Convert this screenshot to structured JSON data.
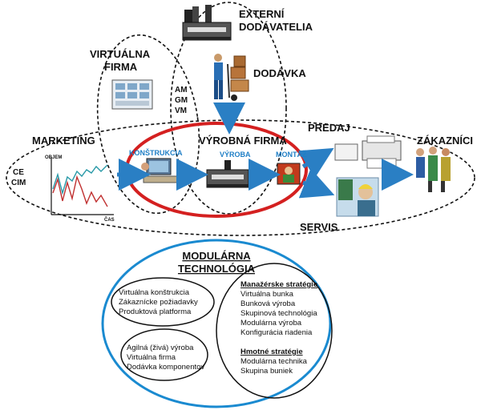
{
  "labels": {
    "externi_1": "EXTERNÍ",
    "externi_2": "DODÁVATELIA",
    "virtualna_1": "VIRTUÁLNA",
    "virtualna_2": "FIRMA",
    "dodavka": "DODÁVKA",
    "am": "AM",
    "gm": "GM",
    "vm": "VM",
    "marketing": "MARKETING",
    "vyrobna_firma": "VÝROBNÁ FIRMA",
    "predaj": "PREDAJ",
    "zakaznici": "ZÁKAZNÍCI",
    "ce": "CE",
    "cim": "CIM",
    "konstrukcia": "KONŠTRUKCIA",
    "vyroba": "VÝROBA",
    "montaz": "MONTÁŽ",
    "servis": "SERVIS",
    "graph_y": "OBJEM",
    "graph_x": "ČAS"
  },
  "modular": {
    "title_1": "MODULÁRNA",
    "title_2": "TECHNOLÓGIA",
    "box1": [
      "Virtuálna konštrukcia",
      "Zákaznícke požiadavky",
      "Produktová platforma"
    ],
    "box2": [
      "Agilná (živá) výroba",
      "Virtuálna firma",
      "Dodávka komponentov"
    ],
    "box3_head1": "Manažérske stratégie",
    "box3_items1": [
      "Virtuálna bunka",
      "Bunková výroba",
      "Skupinová technológia",
      "Modulárna výroba",
      "Konfigurácia riadenia"
    ],
    "box3_head2": "Hmotné stratégie",
    "box3_items2": [
      "Modulárna technika",
      "Skupina buniek"
    ]
  },
  "colors": {
    "arrow": "#2a7fc4",
    "production_ring": "#d42020",
    "modular_ring": "#1a8ad0",
    "accent_blue_text": "#1f7fc6"
  },
  "icons": [
    "factory-icon",
    "worker-cart-icon",
    "computer-icon",
    "server-icon",
    "printer-fax-icon",
    "service-worker-icon",
    "customers-icon"
  ]
}
